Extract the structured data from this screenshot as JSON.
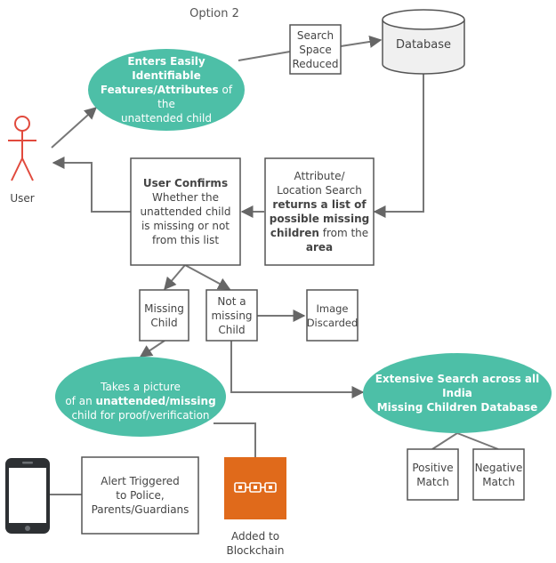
{
  "title": "Option 2",
  "actor": {
    "label": "User"
  },
  "nodes": {
    "enters": {
      "line1": "Enters Easily Identifiable",
      "line2_bold": "Features/Attributes",
      "line2_rest": " of the",
      "line3": "unattended child"
    },
    "search_space": {
      "lines": [
        "Search",
        "Space",
        "Reduced"
      ]
    },
    "database": {
      "label": "Database"
    },
    "attribute_search": {
      "line1": "Attribute/",
      "line2": "Location Search",
      "line3": "returns a list of",
      "line4": "possible missing",
      "line5_bold": "children",
      "line5_rest": " from the",
      "line6": "area"
    },
    "user_confirms": {
      "line1": "User Confirms",
      "line2": "Whether the",
      "line3": "unattended child",
      "line4": "is missing or not",
      "line5": "from this list"
    },
    "missing_child": {
      "lines": [
        "Missing",
        "Child"
      ]
    },
    "not_missing": {
      "lines": [
        "Not a",
        "missing",
        "Child"
      ]
    },
    "image_discarded": {
      "lines": [
        "Image",
        "Discarded"
      ]
    },
    "takes_picture": {
      "line1": "Takes a picture",
      "line2_pre": "of an ",
      "line2_bold": "unattended/missing",
      "line3": "child for proof/verification"
    },
    "extensive_search": {
      "line1": "Extensive Search across all India",
      "line2": "Missing Children Database"
    },
    "alert": {
      "lines": [
        "Alert Triggered",
        "to Police,",
        "Parents/Guardians"
      ]
    },
    "blockchain": {
      "lines": [
        "Added to",
        "Blockchain"
      ]
    },
    "positive_match": {
      "lines": [
        "Positive",
        "Match"
      ]
    },
    "negative_match": {
      "lines": [
        "Negative",
        "Match"
      ]
    }
  },
  "colors": {
    "teal": "#4dbfa7",
    "orange": "#e06a1b",
    "stroke": "#555555",
    "phone": "#2d3033"
  }
}
